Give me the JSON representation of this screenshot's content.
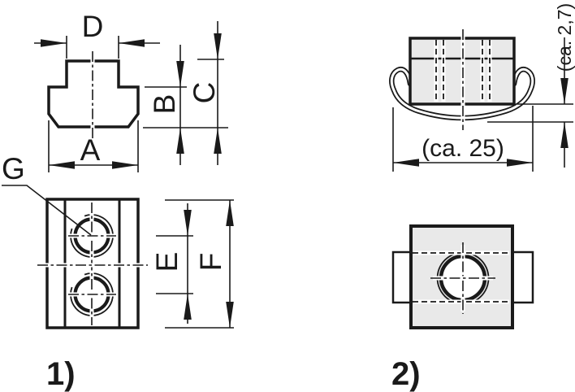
{
  "drawing": {
    "background": "#ffffff",
    "line_color": "#1a1a1a",
    "body_fill": "#e9e9e9",
    "figure1": {
      "caption": "1)",
      "labels": {
        "A": "A",
        "B": "B",
        "C": "C",
        "D": "D",
        "E": "E",
        "F": "F",
        "G": "G"
      }
    },
    "figure2": {
      "caption": "2)",
      "dim_width": "(ca. 25)",
      "dim_height": "(ca. 2,7)"
    }
  }
}
